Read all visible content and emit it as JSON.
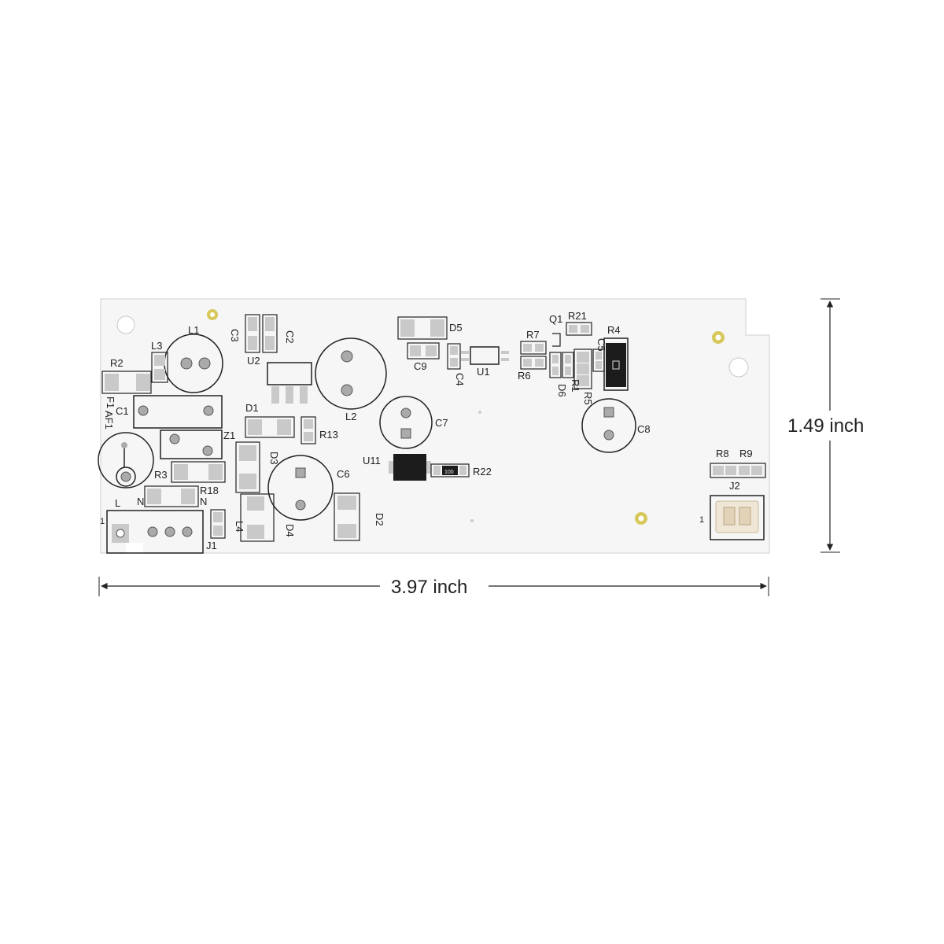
{
  "figure": {
    "width_label": "3.97 inch",
    "height_label": "1.49 inch"
  },
  "board": {
    "board_color": "#f6f6f6",
    "pad_color": "#c9c9c9",
    "silk_color": "#222222",
    "mount_hole_ring_color": "#d6c85a",
    "components": {
      "l1": "L1",
      "l2": "L2",
      "l3": "L3",
      "l4": "L4",
      "c1": "C1",
      "c2": "C2",
      "c3": "C3",
      "c4": "C4",
      "c5": "C5",
      "c6": "C6",
      "c7": "C7",
      "c8": "C8",
      "c9": "C9",
      "r1": "R1",
      "r2": "R2",
      "r3": "R3",
      "r4": "R4",
      "r5": "R5",
      "r6": "R6",
      "r7": "R7",
      "r8": "R8",
      "r9": "R9",
      "r13": "R13",
      "r18": "R18",
      "r21": "R21",
      "r22": "R22",
      "d1": "D1",
      "d2": "D2",
      "d3": "D3",
      "d4": "D4",
      "d5": "D5",
      "d6": "D6",
      "u1": "U1",
      "u2": "U2",
      "u11": "U11",
      "q1": "Q1",
      "z1": "Z1",
      "f1": "F1",
      "af1": "AF1",
      "j1": "J1",
      "j2": "J2",
      "l_terminal": "L",
      "n_terminal": "N",
      "n_terminal_2": "N",
      "pin1_left": "1",
      "pin1_right": "1",
      "r22_marking": "100"
    }
  }
}
